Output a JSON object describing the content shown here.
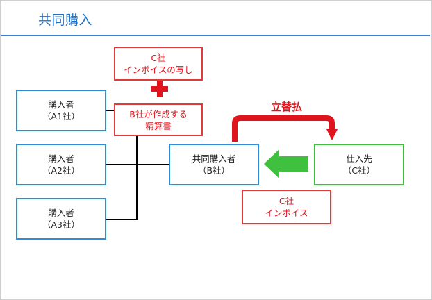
{
  "title": "共同購入",
  "buyers": [
    {
      "line1": "購入者",
      "line2": "（A1社）"
    },
    {
      "line1": "購入者",
      "line2": "（A2社）"
    },
    {
      "line1": "購入者",
      "line2": "（A3社）"
    }
  ],
  "copy_invoice": {
    "line1": "C社",
    "line2": "インボイスの写し"
  },
  "statement": {
    "line1": "B社が作成する",
    "line2": "精算書"
  },
  "joint_buyer": {
    "line1": "共同購入者",
    "line2": "（B社）"
  },
  "supplier": {
    "line1": "仕入先",
    "line2": "（C社）"
  },
  "invoice": {
    "line1": "C社",
    "line2": "インボイス"
  },
  "advance_label": "立替払",
  "colors": {
    "blue": "#2d8bd8",
    "red": "#e23a3a",
    "green": "#3bbf3b",
    "title": "#1f6fc7"
  }
}
